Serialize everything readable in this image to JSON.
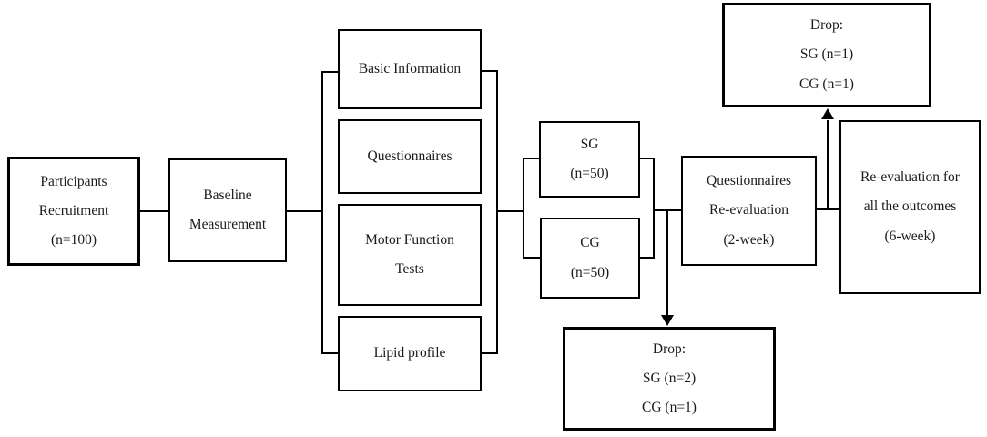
{
  "style": {
    "background": "#ffffff",
    "line_color": "#000000",
    "text_color": "#1a1a1a"
  },
  "flowchart": {
    "nodes": {
      "participants": {
        "lines": [
          "Participants",
          "Recruitment",
          "(n=100)"
        ]
      },
      "baseline": {
        "lines": [
          "Baseline",
          "Measurement"
        ]
      },
      "basic_info": {
        "lines": [
          "Basic Information"
        ]
      },
      "questionnaires": {
        "lines": [
          "Questionnaires"
        ]
      },
      "motor_function": {
        "lines": [
          "Motor Function",
          "Tests"
        ]
      },
      "lipid_profile": {
        "lines": [
          "Lipid profile"
        ]
      },
      "sg": {
        "lines": [
          "SG",
          "(n=50)"
        ]
      },
      "cg": {
        "lines": [
          "CG",
          "(n=50)"
        ]
      },
      "quest_reeval": {
        "lines": [
          "Questionnaires",
          "Re-evaluation",
          "(2-week)"
        ]
      },
      "reeval_all": {
        "lines": [
          "Re-evaluation for",
          "all the outcomes",
          "(6-week)"
        ]
      },
      "drop_top": {
        "lines": [
          "Drop:",
          "SG (n=1)",
          "CG (n=1)"
        ]
      },
      "drop_bottom": {
        "lines": [
          "Drop:",
          "SG (n=2)",
          "CG (n=1)"
        ]
      }
    }
  }
}
